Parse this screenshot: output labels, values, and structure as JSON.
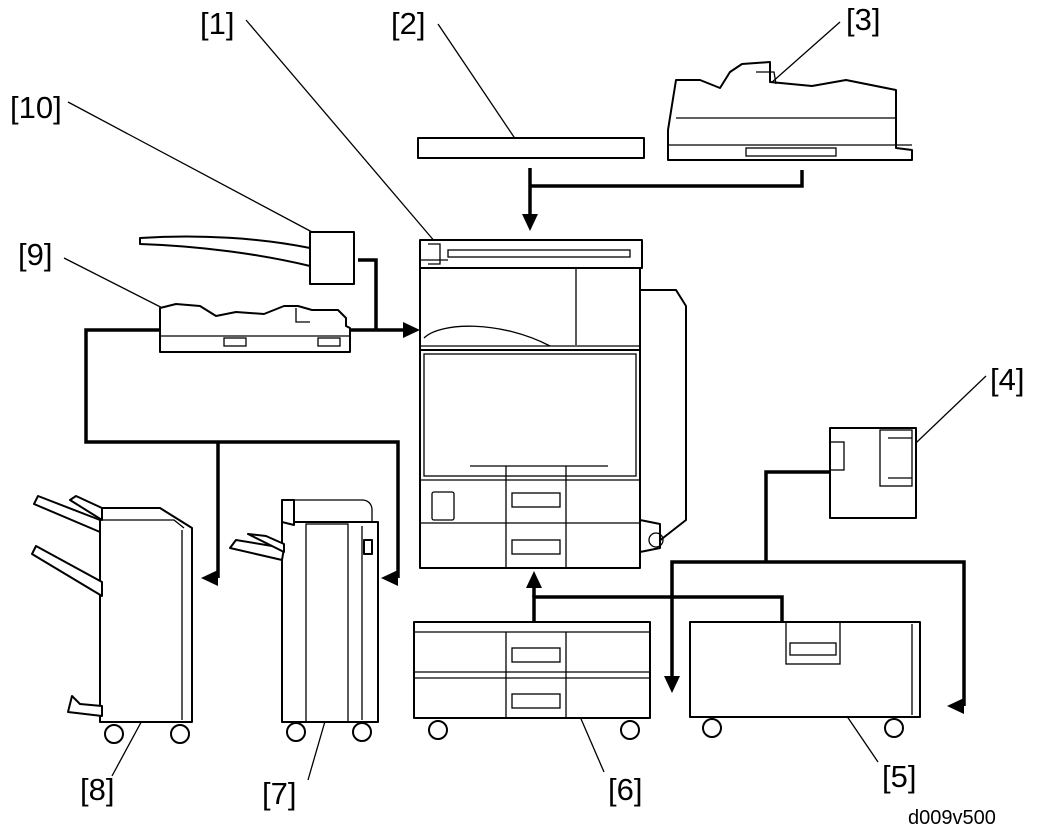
{
  "callouts": [
    "[1]",
    "[2]",
    "[3]",
    "[4]",
    "[5]",
    "[6]",
    "[7]",
    "[8]",
    "[9]",
    "[10]"
  ],
  "figure_code": "d009v500"
}
